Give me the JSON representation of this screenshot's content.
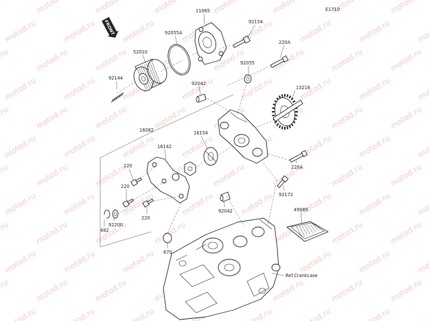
{
  "diagram_code": "E1710",
  "front_badge": "FRONT",
  "watermark_text": "motod.ru",
  "parts": [
    {
      "id": "p11065",
      "label": "11065"
    },
    {
      "id": "p92154",
      "label": "92154"
    },
    {
      "id": "p92055a",
      "label": "92055A"
    },
    {
      "id": "p52010",
      "label": "52010"
    },
    {
      "id": "p220a_top",
      "label": "220A"
    },
    {
      "id": "p92055",
      "label": "92055"
    },
    {
      "id": "p92144",
      "label": "92144"
    },
    {
      "id": "p92042_top",
      "label": "92042"
    },
    {
      "id": "p13216",
      "label": "13216"
    },
    {
      "id": "p16082",
      "label": "16082"
    },
    {
      "id": "p16154",
      "label": "16154"
    },
    {
      "id": "p16142",
      "label": "16142"
    },
    {
      "id": "p220_a",
      "label": "220"
    },
    {
      "id": "p220_b",
      "label": "220"
    },
    {
      "id": "p220a_mid",
      "label": "220A"
    },
    {
      "id": "p92172",
      "label": "92172"
    },
    {
      "id": "p220_c",
      "label": "220"
    },
    {
      "id": "p92042_bot",
      "label": "92042"
    },
    {
      "id": "p92200",
      "label": "92200"
    },
    {
      "id": "p482",
      "label": "482"
    },
    {
      "id": "p49065",
      "label": "49065"
    },
    {
      "id": "p670",
      "label": "670"
    }
  ],
  "reference_label": "Ref.Crankcase"
}
